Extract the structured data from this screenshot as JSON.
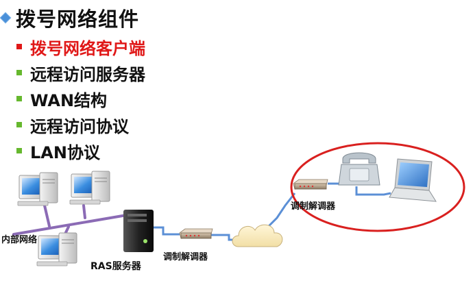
{
  "title": "拨号网络组件",
  "colors": {
    "accent_red": "#e01818",
    "bullet_green": "#66b82e",
    "link_blue": "#5b8fd6",
    "lan_purple": "#8b6bb5",
    "ring_red": "#d9201f"
  },
  "bullets": [
    {
      "text": "拨号网络客户端",
      "highlight": true
    },
    {
      "text": "远程访问服务器",
      "highlight": false
    },
    {
      "text": "WAN结构",
      "highlight": false
    },
    {
      "text": "远程访问协议",
      "highlight": false
    },
    {
      "text": "LAN协议",
      "highlight": false
    }
  ],
  "labels": {
    "lan": "内部网络",
    "ras": "RAS服务器",
    "modem_server": "调制解调器",
    "modem_client": "调制解调器"
  },
  "icons": [
    "workstation-icon",
    "server-tower-icon",
    "modem-icon",
    "cloud-icon",
    "telephone-icon",
    "laptop-icon"
  ]
}
